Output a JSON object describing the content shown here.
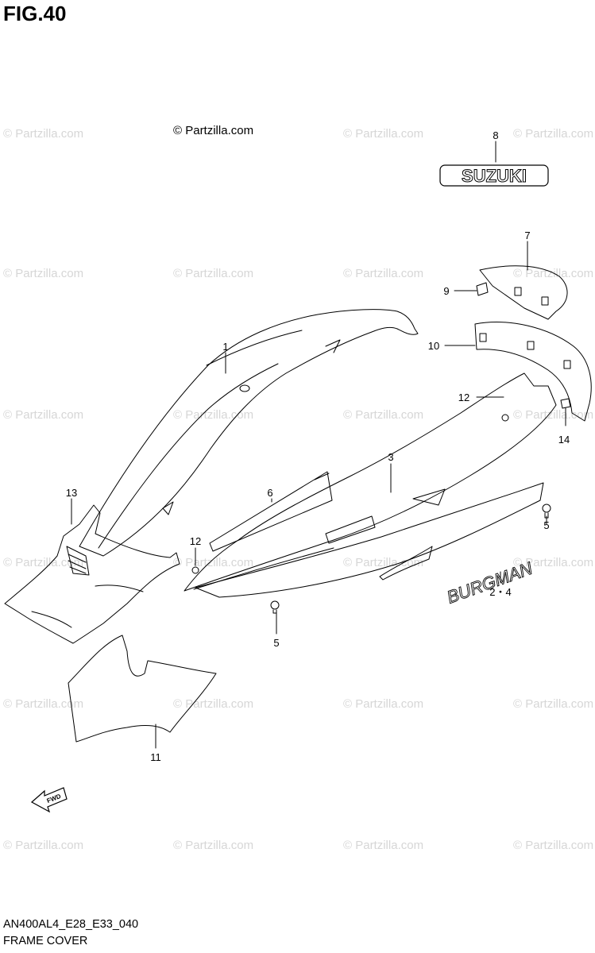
{
  "figure": {
    "title": "FIG.40",
    "credit": "© Partzilla.com",
    "model_code": "AN400AL4_E28_E33_040",
    "caption": "FRAME COVER",
    "watermark_text": "© Partzilla.com"
  },
  "parts": [
    {
      "ref": "1"
    },
    {
      "ref": "2・4"
    },
    {
      "ref": "3"
    },
    {
      "ref": "5"
    },
    {
      "ref": "5"
    },
    {
      "ref": "6"
    },
    {
      "ref": "7"
    },
    {
      "ref": "8"
    },
    {
      "ref": "9"
    },
    {
      "ref": "10"
    },
    {
      "ref": "11"
    },
    {
      "ref": "12"
    },
    {
      "ref": "12"
    },
    {
      "ref": "13"
    },
    {
      "ref": "14"
    }
  ],
  "emblems": {
    "suzuki": "SUZUKI",
    "burgman": "BURGMAN",
    "fwd": "FWD"
  },
  "colors": {
    "line": "#000000",
    "watermark": "#d6d6d6",
    "background": "#ffffff"
  }
}
